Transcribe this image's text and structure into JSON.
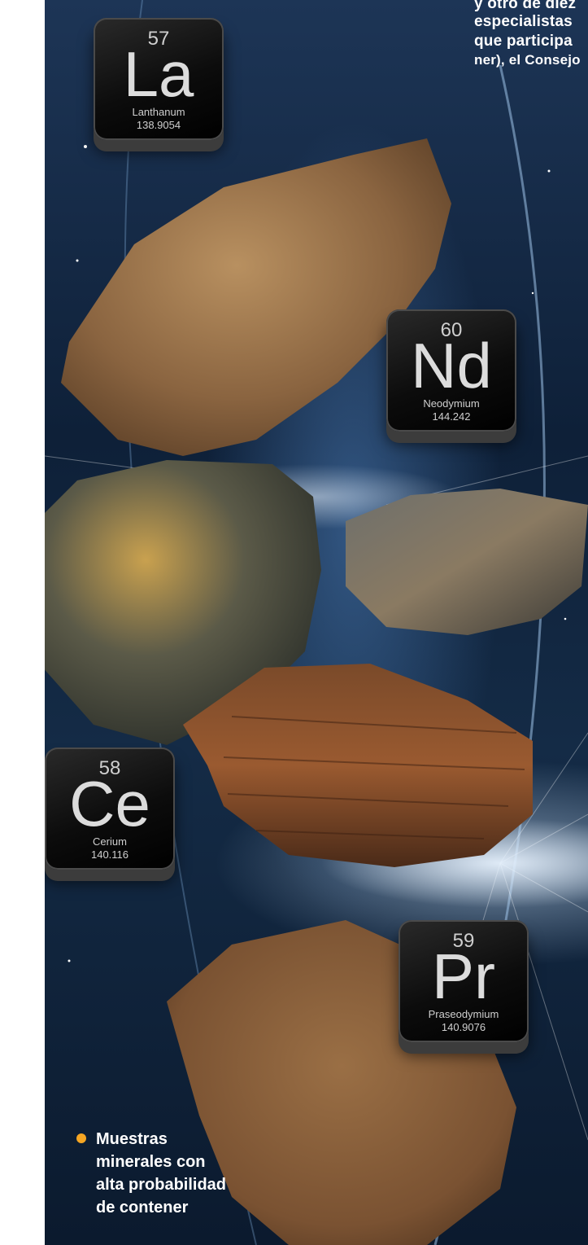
{
  "headline_lines": [
    "y otro de diez",
    "especialistas",
    "que participa",
    "ner), el Consejo"
  ],
  "tiles": [
    {
      "number": "57",
      "symbol": "La",
      "name": "Lanthanum",
      "mass": "138.9054"
    },
    {
      "number": "60",
      "symbol": "Nd",
      "name": "Neodymium",
      "mass": "144.242"
    },
    {
      "number": "58",
      "symbol": "Ce",
      "name": "Cerium",
      "mass": "140.116"
    },
    {
      "number": "59",
      "symbol": "Pr",
      "name": "Praseodymium",
      "mass": "140.9076"
    }
  ],
  "caption_lines": [
    "Muestras",
    "minerales con",
    "alta probabilidad",
    "de contener"
  ],
  "colors": {
    "bullet": "#f5a623",
    "text": "#ffffff"
  }
}
